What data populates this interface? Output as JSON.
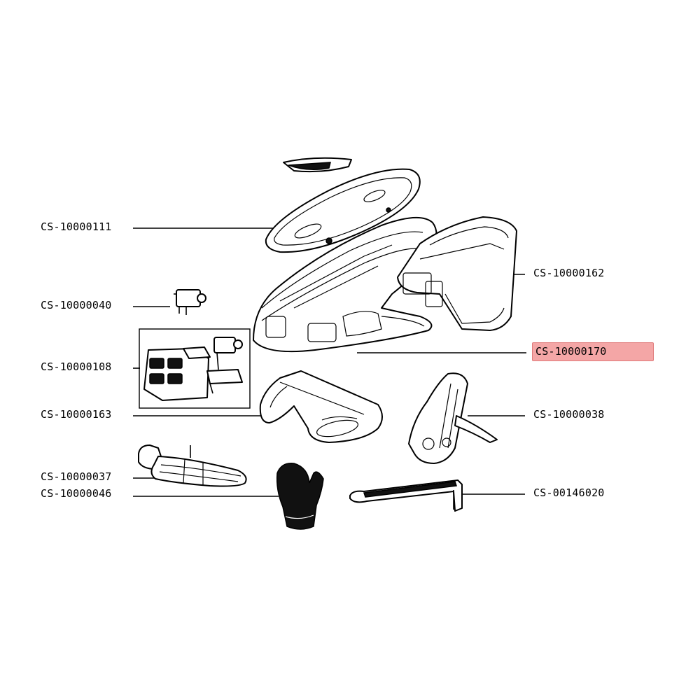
{
  "diagram": {
    "labels": {
      "p111": "CS-10000111",
      "p040": "CS-10000040",
      "p108": "CS-10000108",
      "p163": "CS-10000163",
      "p037": "CS-10000037",
      "p046": "CS-10000046",
      "p162": "CS-10000162",
      "p170": "CS-10000170",
      "p038": "CS-10000038",
      "p020": "CS-00146020"
    },
    "highlighted_part": "CS-10000170",
    "colors": {
      "highlight": "#f4a6a6",
      "line": "#000000",
      "background": "#ffffff"
    }
  }
}
